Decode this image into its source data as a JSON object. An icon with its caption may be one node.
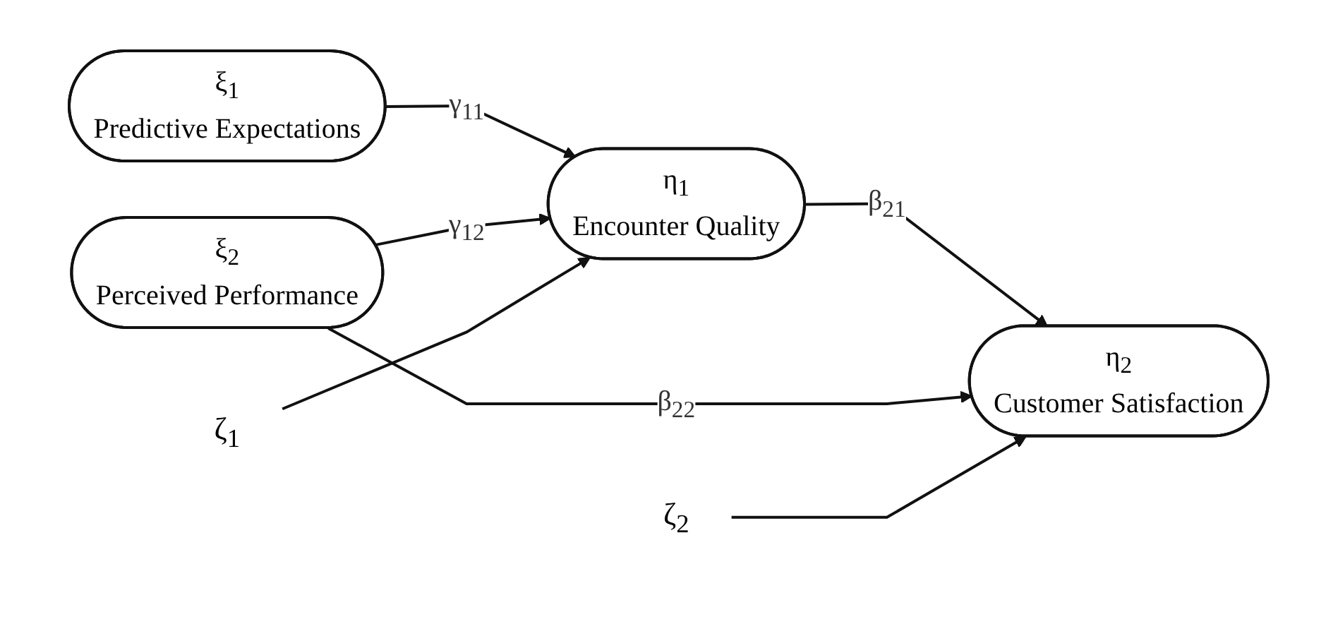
{
  "diagram": {
    "nodes": [
      {
        "text": [
          "ξ$_{1}$",
          "Predictive Expectations"
        ]
      },
      {
        "text": [
          "ξ$_{2}$",
          "Perceived Performance"
        ]
      },
      {
        "text": [
          "η$_{1}$",
          "Encounter Quality"
        ]
      },
      {
        "text": [
          "η$_{2}$",
          "Customer Satisfaction"
        ]
      },
      {
        "text": [
          "ζ$_{1}$"
        ]
      },
      {
        "text": [
          "ζ$_{2}$"
        ]
      }
    ],
    "edges": [
      {
        "from": 0,
        "to": 2,
        "arrow": "to",
        "label": "γ$_{11}$"
      },
      {
        "from": 1,
        "to": 2,
        "arrow": "to",
        "label": "γ$_{12}$"
      },
      {
        "from": 4,
        "to": 2,
        "arrow": "to"
      },
      {
        "from": 2,
        "to": 3,
        "arrow": "to",
        "label": "β$_{21}$"
      },
      {
        "from": 1,
        "to": 3,
        "arrow": "to",
        "label": "β$_{22}$"
      },
      {
        "from": 5,
        "to": 3,
        "arrow": "to"
      }
    ]
  }
}
